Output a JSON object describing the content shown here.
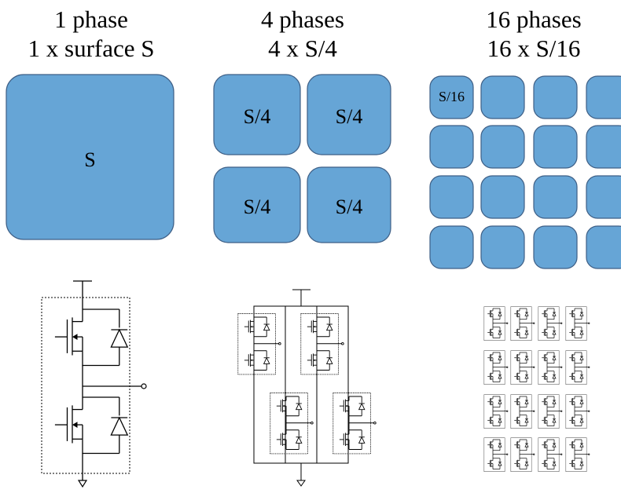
{
  "colors": {
    "block_fill": "#66A5D6",
    "block_stroke": "#3E5F86",
    "line": "#000000"
  },
  "columns": [
    {
      "title_line1": "1 phase",
      "title_line2": "1 x surface S",
      "block_label": "S",
      "grid": 1
    },
    {
      "title_line1": "4 phases",
      "title_line2": "4 x S/4",
      "block_label": "S/4",
      "grid": 2
    },
    {
      "title_line1": "16 phases",
      "title_line2": "16 x S/16",
      "block_label": "S/16",
      "grid": 4
    }
  ]
}
